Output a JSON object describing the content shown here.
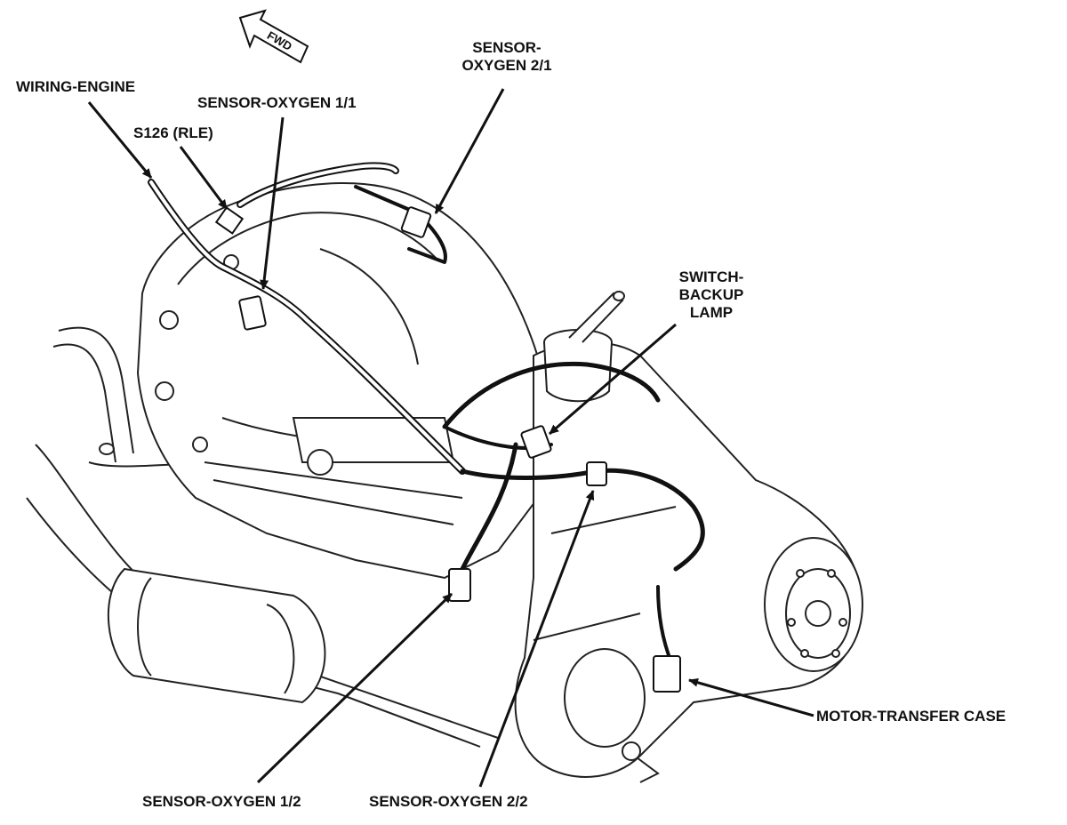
{
  "diagram": {
    "forward_arrow": "FWD",
    "callouts": {
      "wiring_engine": "WIRING-ENGINE",
      "sensor_oxygen_1_1": "SENSOR-OXYGEN 1/1",
      "s126": "S126 (RLE)",
      "sensor_oxygen_2_1_line1": "SENSOR-",
      "sensor_oxygen_2_1_line2": "OXYGEN 2/1",
      "switch_backup_line1": "SWITCH-",
      "switch_backup_line2": "BACKUP",
      "switch_backup_line3": "LAMP",
      "motor_transfer_case": "MOTOR-TRANSFER CASE",
      "sensor_oxygen_1_2": "SENSOR-OXYGEN 1/2",
      "sensor_oxygen_2_2": "SENSOR-OXYGEN 2/2"
    }
  },
  "colors": {
    "ink": "#111111",
    "background": "#ffffff"
  }
}
